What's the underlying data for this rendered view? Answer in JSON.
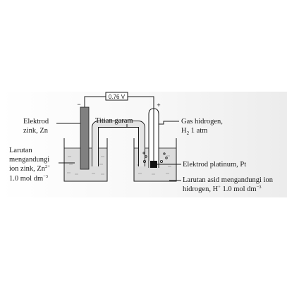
{
  "voltmeter": {
    "reading": "0.76 V"
  },
  "signs": {
    "negative": "−",
    "positive": "+"
  },
  "labels": {
    "zinc_electrode": [
      "Elektrod",
      "zink, Zn"
    ],
    "salt_bridge": "Titian garam",
    "hydrogen_gas": [
      "Gas hidrogen,",
      "H",
      "2",
      " 1 atm"
    ],
    "zinc_solution": [
      "Larutan",
      "mengandungi",
      "ion zink, Zn",
      "2+",
      "1.0 mol dm",
      "−3"
    ],
    "platinum_electrode": "Elektrod platinum, Pt",
    "acid_solution": [
      "Larutan asid mengandungi ion",
      "hidrogen, H",
      "+",
      " 1.0 mol dm",
      "−3"
    ]
  },
  "colors": {
    "solution": "#dcdcdc",
    "zinc_rod": "#808080",
    "platinum": "#111111",
    "line": "#1a1a1a"
  }
}
